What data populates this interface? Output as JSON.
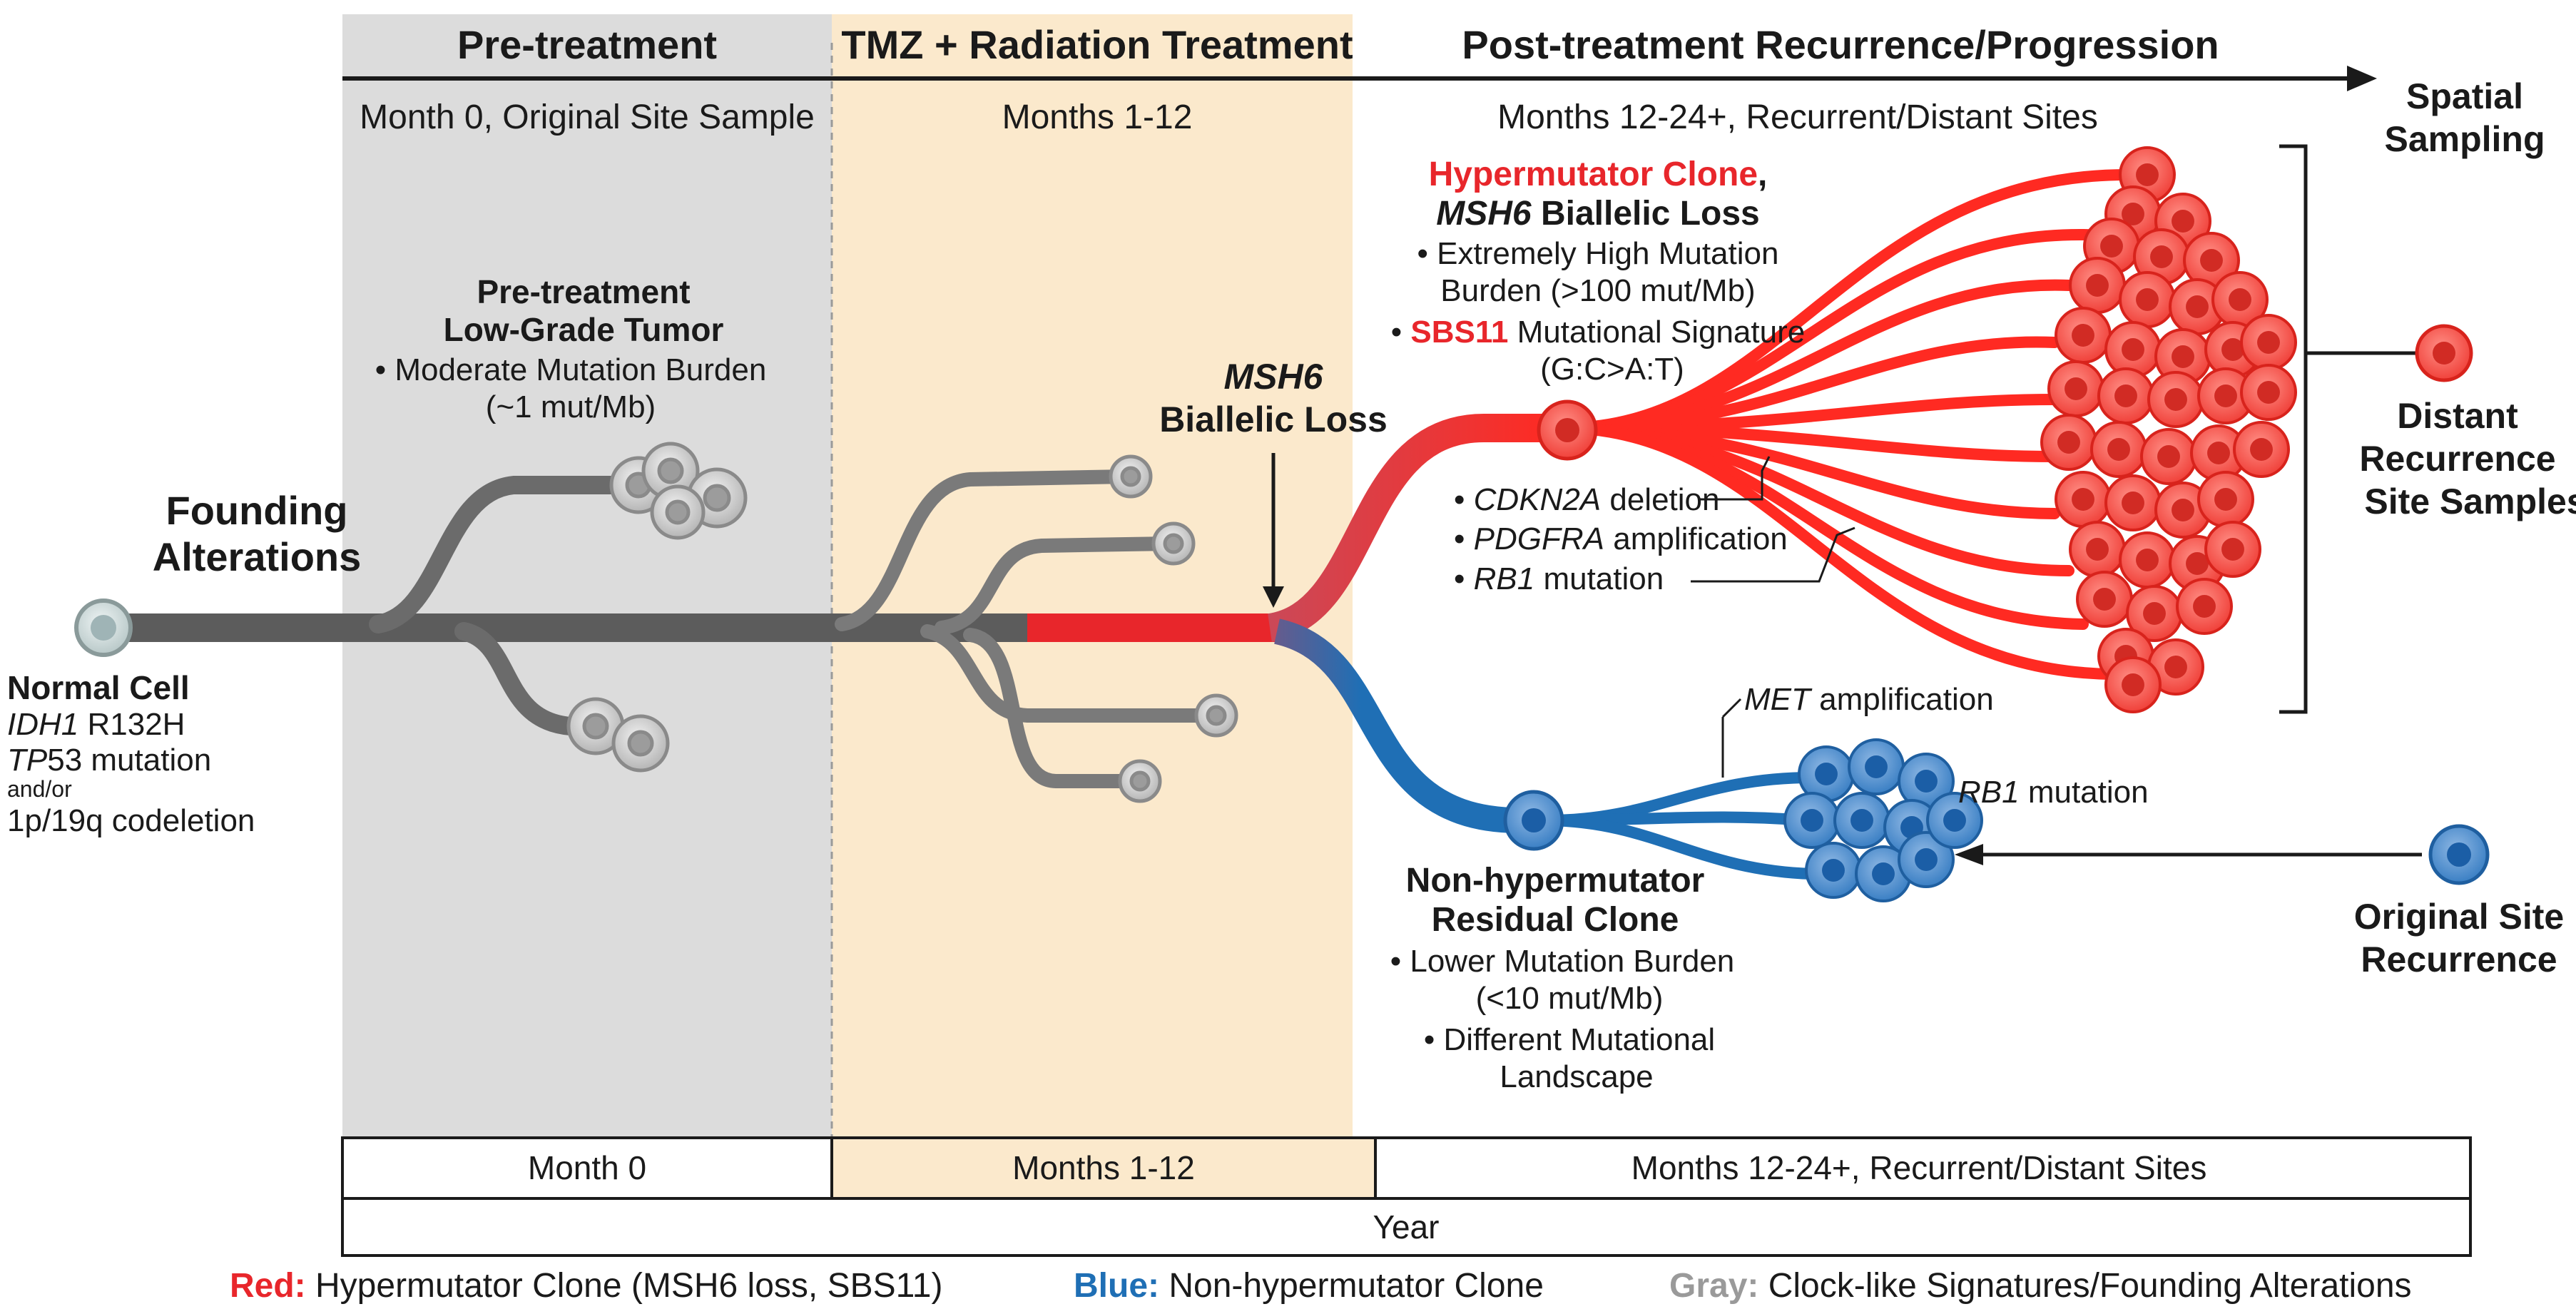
{
  "phases": [
    {
      "title": "Pre-treatment",
      "subtitle": "Month 0, Original Site Sample"
    },
    {
      "title": "TMZ + Radiation Treatment",
      "subtitle": "Months 1-12"
    },
    {
      "title": "Post-treatment Recurrence/Progression",
      "subtitle": "Months 12-24+, Recurrent/Distant Sites"
    }
  ],
  "spatial_sampling": {
    "line1": "Spatial",
    "line2": "Sampling"
  },
  "founding": {
    "line1": "Founding",
    "line2": "Alterations"
  },
  "normal_cell": {
    "title": "Normal Cell",
    "gene1": "IDH1",
    "gene1_rest": " R132H",
    "gene2": "TP",
    "gene2_rest": "53 mutation",
    "andor": "and/or",
    "codeletion": "1p/19q codeletion"
  },
  "pretreatment_tumor": {
    "line1": "Pre-treatment",
    "line2": "Low-Grade Tumor",
    "line3": "• Moderate Mutation Burden",
    "line4": "(~1 mut/Mb)"
  },
  "msh6_event": {
    "gene": "MSH6",
    "text": "Biallelic Loss"
  },
  "hypermutator": {
    "title": "Hypermutator Clone",
    "comma": ",",
    "gene": "MSH6",
    "gene_rest": " Biallelic Loss",
    "bullet1a": "• Extremely High Mutation",
    "bullet1b": "Burden (>100 mut/Mb)",
    "bullet2_prefix": "• ",
    "bullet2_sig": "SBS11",
    "bullet2_rest": " Mutational Signature",
    "bullet2b": "(G:C>A:T)"
  },
  "red_events": [
    {
      "gene": "CDKN2A",
      "rest": " deletion"
    },
    {
      "gene": "PDGFRA",
      "rest": " amplification"
    },
    {
      "gene": "RB1",
      "rest": " mutation"
    }
  ],
  "distant": {
    "line1": "Distant",
    "line2": "Recurrence",
    "line3": "Site Samples"
  },
  "blue_events": {
    "met_gene": "MET",
    "met_rest": " amplification",
    "rb1_gene": "RB1",
    "rb1_rest": " mutation"
  },
  "non_hypermutator": {
    "line1": "Non-hypermutator",
    "line2": "Residual Clone",
    "line3": "• Lower Mutation Burden",
    "line4": "(<10 mut/Mb)",
    "line5": "• Different Mutational",
    "line6": "Landscape"
  },
  "original_site": {
    "line1": "Original Site",
    "line2": "Recurrence"
  },
  "timeline": {
    "cells": [
      "Month 0",
      "Months 1-12",
      "Months 12-24+, Recurrent/Distant Sites"
    ],
    "year": "Year"
  },
  "legend": [
    {
      "key": "Red:",
      "text": " Hypermutator Clone (MSH6 loss, SBS11)",
      "color": "#e8262b"
    },
    {
      "key": "Blue:",
      "text": " Non-hypermutator Clone",
      "color": "#1f6fb5"
    },
    {
      "key": "Gray:",
      "text": " Clock-like Signatures/Founding Alterations",
      "color": "#9a9a9a"
    }
  ],
  "colors": {
    "red": "#e8262b",
    "blue": "#1f6fb5",
    "gray": "#6b6b6b",
    "pre_bg": "#dcdcdc",
    "treat_bg": "#fbe9cc"
  }
}
